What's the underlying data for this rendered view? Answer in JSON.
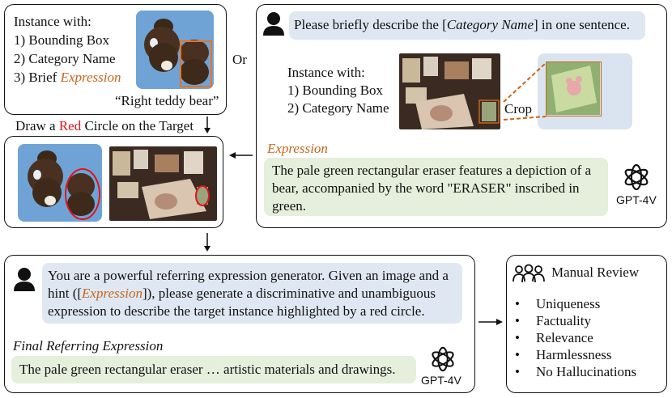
{
  "top_left": {
    "title": "Instance with:",
    "item1": "1) Bounding Box",
    "item2": "2) Category Name",
    "item3_prefix": "3) Brief ",
    "item3_highlight": "Expression",
    "caption": "“Right teddy bear”"
  },
  "or_label": "Or",
  "draw_step": {
    "prefix": "Draw a ",
    "highlight": "Red",
    "suffix": " Circle on the Target"
  },
  "top_right": {
    "prompt_prefix": "Please briefly describe the [",
    "prompt_category": "Category Name",
    "prompt_suffix": "] in one sentence.",
    "instance_title": "Instance with:",
    "item1": "1) Bounding Box",
    "item2": "2) Category Name",
    "crop_label": "Crop",
    "expression_label": "Expression",
    "answer_line1": "The pale green rectangular eraser features a depiction of a",
    "answer_line2": "bear, accompanied by the word \"ERASER\" inscribed in",
    "answer_line3": "green.",
    "model_label": "GPT-4V"
  },
  "bottom_left": {
    "prompt_line1": "You are a powerful referring expression generator. Given an image and a",
    "prompt_line2_prefix": "hint ([",
    "prompt_line2_highlight": "Expression",
    "prompt_line2_suffix": "]), please generate a discriminative and unambiguous",
    "prompt_line3": "expression to describe the target instance highlighted by a red circle.",
    "final_label": "Final Referring Expression",
    "final_text": "The pale green rectangular eraser … artistic materials and drawings.",
    "model_label": "GPT-4V"
  },
  "review": {
    "title": "Manual Review",
    "items": [
      "Uniqueness",
      "Factuality",
      "Relevance",
      "Harmlessness",
      "No Hallucinations"
    ]
  },
  "colors": {
    "accent_red": "#e0141b",
    "accent_orange": "#c8651b",
    "prompt_bg": "#dfe8f2",
    "answer_bg": "#e5efdc"
  }
}
